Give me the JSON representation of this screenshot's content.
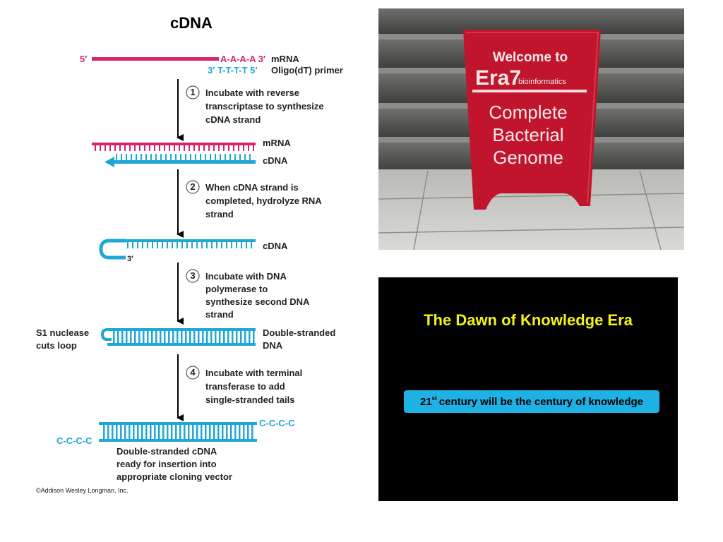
{
  "title": "cDNA",
  "top": {
    "five_prime": "5′",
    "polyA": "A-A-A-A 3′",
    "mrna_label": "mRNA",
    "oligo_dt": "3′ T-T-T-T 5′",
    "primer_label": "Oligo(dT) primer"
  },
  "steps": [
    {
      "num": "1",
      "lines": [
        "Incubate with reverse",
        "transcriptase to synthesize",
        "cDNA strand"
      ]
    },
    {
      "num": "2",
      "lines": [
        "When cDNA strand is",
        "completed, hydrolyze RNA",
        "strand"
      ]
    },
    {
      "num": "3",
      "lines": [
        "Incubate with DNA",
        "polymerase to",
        "synthesize second DNA",
        "strand"
      ]
    },
    {
      "num": "4",
      "lines": [
        "Incubate with terminal",
        "transferase to add",
        "single-stranded tails"
      ]
    }
  ],
  "labels": {
    "hybrid_mrna": "mRNA",
    "hybrid_cdna": "cDNA",
    "hairpin_cdna": "cDNA",
    "hairpin_three": "3′",
    "s1_line1": "S1 nuclease",
    "s1_line2": "cuts loop",
    "ds_line1": "Double-stranded",
    "ds_line2": "DNA",
    "tail_right": "C-C-C-C",
    "tail_left": "C-C-C-C",
    "final_lines": [
      "Double-stranded cDNA",
      "ready for insertion into",
      "appropriate cloning vector"
    ],
    "copyright": "©Addison Wesley Longman, Inc."
  },
  "photo": {
    "sign_line1": "Welcome to",
    "sign_brand": "Era7",
    "sign_brand_sub": "bioinformatics",
    "sign_line2": "Complete",
    "sign_line3": "Bacterial",
    "sign_line4": "Genome"
  },
  "slide": {
    "title": "The Dawn of  Knowledge Era",
    "box_num": "21",
    "box_sup": "st",
    "box_rest": "century will be the century of knowledge"
  },
  "colors": {
    "mrna": "#d6246e",
    "cdna": "#1fa7d8",
    "slide_title": "#f2f21a",
    "slide_box": "#1fb0e4"
  }
}
